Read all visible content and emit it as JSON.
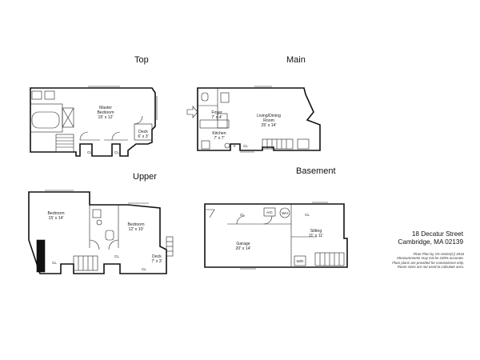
{
  "floors": {
    "top": {
      "title": "Top",
      "rooms": {
        "master_bedroom": {
          "name": "Master",
          "name2": "Bedroom",
          "size": "15' x 12'"
        },
        "deck": {
          "name": "Deck",
          "size": "6' x 3'"
        },
        "closets": [
          "CL",
          "CL"
        ]
      }
    },
    "main": {
      "title": "Main",
      "rooms": {
        "foyer": {
          "name": "Foyer",
          "size": "7' x 4'"
        },
        "living_dining": {
          "name": "Living/Dining",
          "name2": "Room",
          "size": "25' x 14'"
        },
        "kitchen": {
          "name": "Kitchen",
          "size": "7' x 7'"
        },
        "closets": [
          "CL"
        ]
      }
    },
    "upper": {
      "title": "Upper",
      "rooms": {
        "bedroom_1": {
          "name": "Bedroom",
          "size": "15' x 14'"
        },
        "bedroom_2": {
          "name": "Bedroom",
          "size": "12' x 10'"
        },
        "deck": {
          "name": "Deck",
          "size": "7' x 3'"
        },
        "closets": [
          "CL",
          "CL",
          "CL"
        ]
      }
    },
    "basement": {
      "title": "Basement",
      "rooms": {
        "garage": {
          "name": "Garage",
          "size": "20' x 14'"
        },
        "sitting": {
          "name": "Sitting",
          "size": "11' x 11'"
        },
        "closets": [
          "CL",
          "CL"
        ],
        "fixtures": [
          "A/C",
          "WH",
          "W/D"
        ]
      }
    }
  },
  "address": {
    "line1": "18 Decatur Street",
    "line2": "Cambridge, MA 02139"
  },
  "notes": {
    "credit": "Floor Plan by Vis-Home(C) 2016",
    "line1": "Measurements may not be 100% accurate.",
    "line2": "Floor plans are provided for convenience only.",
    "line3": "Room sizes are not used to calculate area."
  }
}
